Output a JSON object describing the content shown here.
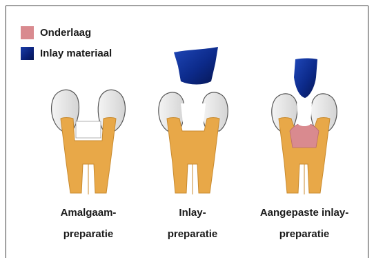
{
  "legend": {
    "items": [
      {
        "label": "Onderlaag",
        "color": "#d98a8f"
      },
      {
        "label": "Inlay materiaal",
        "color": "#0c2a8a"
      }
    ]
  },
  "colors": {
    "enamel": "#e4e4e4",
    "dentin": "#e8a848",
    "base": "#d98a8f",
    "inlay": "#0c2a8a",
    "outline": "#555555"
  },
  "figures": [
    {
      "caption_line1": "Amalgaam-",
      "caption_line2": "preparatie"
    },
    {
      "caption_line1": "Inlay-",
      "caption_line2": "preparatie"
    },
    {
      "caption_line1": "Aangepaste inlay-",
      "caption_line2": "preparatie"
    }
  ]
}
